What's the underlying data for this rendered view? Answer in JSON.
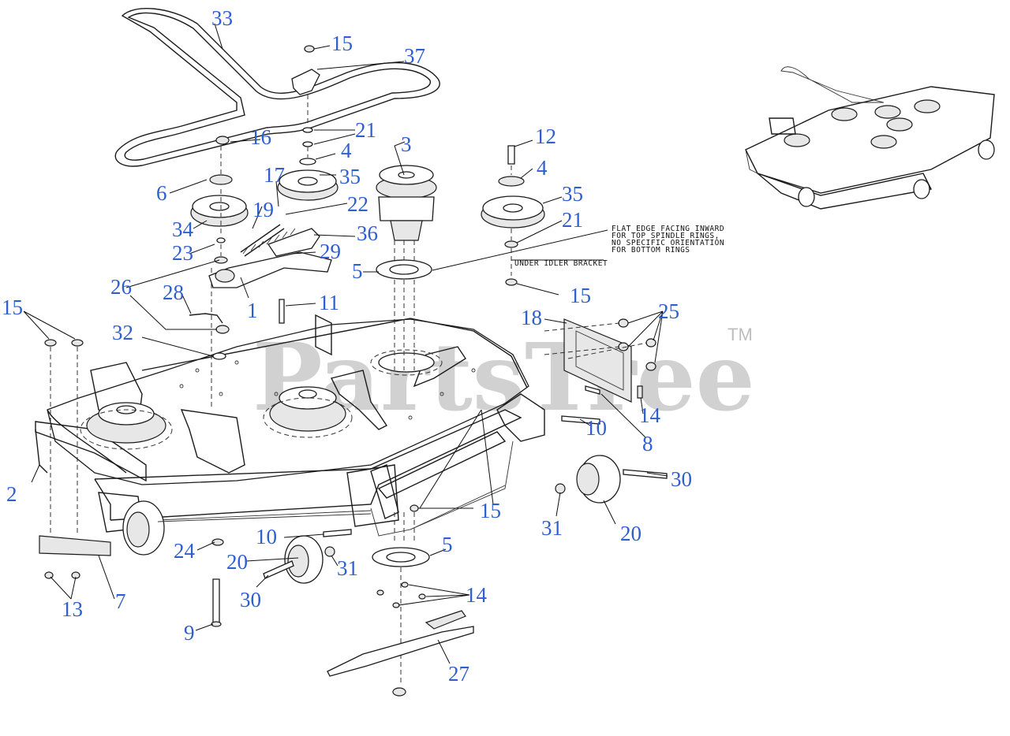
{
  "callouts": {
    "c1": "1",
    "c2": "2",
    "c3": "3",
    "c4a": "4",
    "c4b": "4",
    "c5a": "5",
    "c5b": "5",
    "c6": "6",
    "c7": "7",
    "c8": "8",
    "c9": "9",
    "c10a": "10",
    "c10b": "10",
    "c11": "11",
    "c12": "12",
    "c13": "13",
    "c14a": "14",
    "c14b": "14",
    "c15a": "15",
    "c15b": "15",
    "c15c": "15",
    "c15d": "15",
    "c16": "16",
    "c17": "17",
    "c18": "18",
    "c19": "19",
    "c20a": "20",
    "c20b": "20",
    "c21a": "21",
    "c21b": "21",
    "c22": "22",
    "c23": "23",
    "c24": "24",
    "c25": "25",
    "c26": "26",
    "c27": "27",
    "c28": "28",
    "c29": "29",
    "c30a": "30",
    "c30b": "30",
    "c31a": "31",
    "c31b": "31",
    "c32": "32",
    "c33": "33",
    "c34": "34",
    "c35a": "35",
    "c35b": "35",
    "c36": "36",
    "c37": "37"
  },
  "notes": {
    "flat_edge_1": "FLAT EDGE FACING INWARD",
    "flat_edge_2": "FOR TOP SPINDLE RINGS,",
    "flat_edge_3": "NO SPECIFIC ORIENTATION",
    "flat_edge_4": "FOR BOTTOM RINGS",
    "under_idler": "UNDER IDLER BRACKET"
  },
  "watermark": {
    "text": "PartsTree",
    "tm": "TM"
  },
  "colors": {
    "callout": "#2f5fcf",
    "watermark": "#c9c9c9"
  }
}
